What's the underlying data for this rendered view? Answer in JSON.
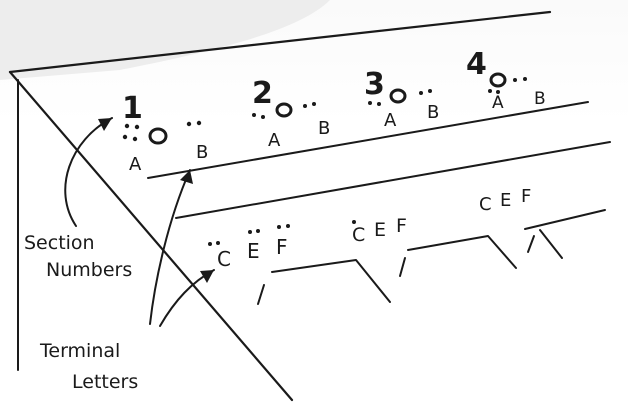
{
  "sections": [
    {
      "number": "1",
      "left_terminal": "A",
      "right_terminal": "B"
    },
    {
      "number": "2",
      "left_terminal": "A",
      "right_terminal": "B"
    },
    {
      "number": "3",
      "left_terminal": "A",
      "right_terminal": "B"
    },
    {
      "number": "4",
      "left_terminal": "A",
      "right_terminal": "B"
    }
  ],
  "terminal_groups": [
    {
      "letters": [
        "C",
        "E",
        "F"
      ]
    },
    {
      "letters": [
        "C",
        "E",
        "F"
      ]
    },
    {
      "letters": [
        "C",
        "E",
        "F"
      ]
    }
  ],
  "labels": {
    "section_numbers_line1": "Section",
    "section_numbers_line2": "Numbers",
    "terminal_letters_line1": "Terminal",
    "terminal_letters_line2": "Letters"
  }
}
